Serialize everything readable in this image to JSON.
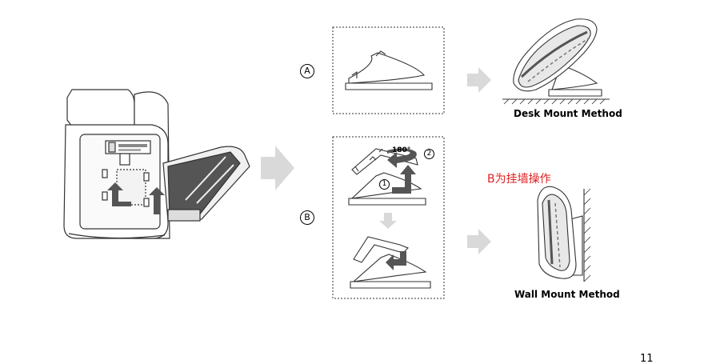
{
  "options": {
    "a": "A",
    "b": "B"
  },
  "labels": {
    "desk": "Desk Mount Method",
    "wall": "Wall Mount Method"
  },
  "annotation": "B为挂墙操作",
  "rotation": "180°",
  "steps": {
    "one": "1",
    "two": "2"
  },
  "page_number": "11",
  "colors": {
    "arrow_gray": "#d9d9d9",
    "dark_arrow": "#555555",
    "annotation_red": "#e02020"
  },
  "icons": {
    "big_arrow": "right-arrow",
    "small_arrow": "right-arrow",
    "down_arrow": "down-arrow"
  }
}
